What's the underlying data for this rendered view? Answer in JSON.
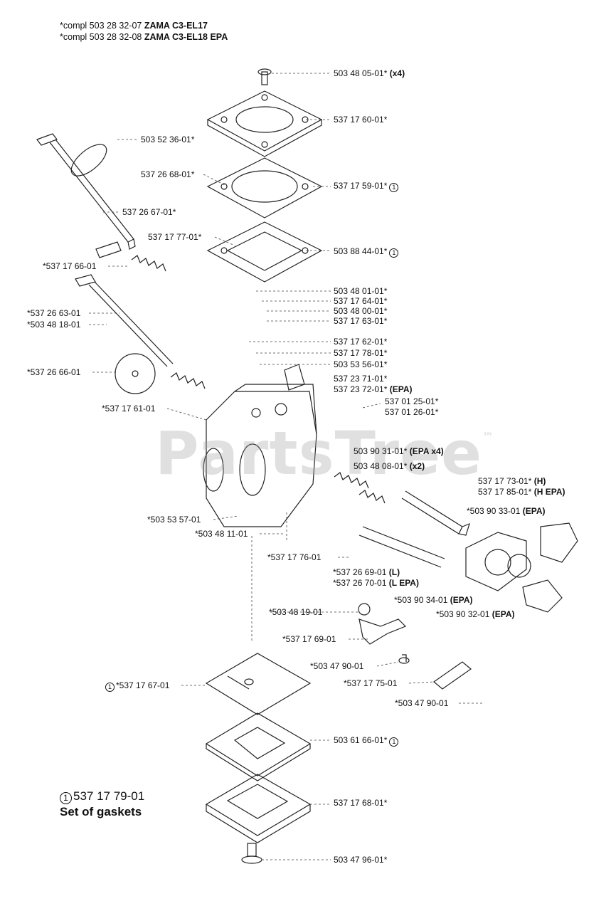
{
  "header": {
    "line1_prefix": "*compl 503 28 32-07 ",
    "line1_model": "ZAMA C3-EL17",
    "line2_prefix": "*compl 503 28 32-08 ",
    "line2_model": "ZAMA C3-EL18 EPA"
  },
  "watermark": {
    "text": "PartsTree",
    "mark": "™"
  },
  "labels": {
    "p01": "503 48 05-01*",
    "p01_qty": "(x4)",
    "p02": "537 17 60-01*",
    "p03": "503 52 36-01*",
    "p04": "537 26 68-01*",
    "p05": "537 17 59-01*",
    "p06": "537 26 67-01*",
    "p07": "537 17 77-01*",
    "p08": "503 88 44-01*",
    "p09": "*537 17 66-01",
    "p10": "503 48 01-01*",
    "p11": "537 17 64-01*",
    "p12": "*537 26 63-01",
    "p13": "503 48 00-01*",
    "p14": "*503 48 18-01",
    "p15": "537 17 63-01*",
    "p16": "537 17 62-01*",
    "p17": "537 17 78-01*",
    "p18": "*537 26 66-01",
    "p19": "503 53 56-01*",
    "p20": "537 23 71-01*",
    "p21": "537 23 72-01*",
    "p21_tag": "(EPA)",
    "p22": "*537 17 61-01",
    "p23": "537 01 25-01*",
    "p24": "537 01 26-01*",
    "p25": "503 90 31-01*",
    "p25_tag": "(EPA x4)",
    "p26": "503 48 08-01*",
    "p26_tag": "(x2)",
    "p27": "537 17 73-01*",
    "p27_tag": "(H)",
    "p28": "537 17 85-01*",
    "p28_tag": "(H EPA)",
    "p29": "*503 53 57-01",
    "p30": "*503 90 33-01",
    "p30_tag": "(EPA)",
    "p31": "*503 48 11-01",
    "p32": "*537 17 76-01",
    "p33": "*537 26 69-01",
    "p33_tag": "(L)",
    "p34": "*537 26 70-01",
    "p34_tag": "(L EPA)",
    "p35": "*503 90 34-01",
    "p35_tag": "(EPA)",
    "p36": "*503 90 32-01",
    "p36_tag": "(EPA)",
    "p37": "*503 48 19-01",
    "p38": "*537 17 69-01",
    "p39": "*503 47 90-01",
    "p40": "*537 17 67-01",
    "p41": "*537 17 75-01",
    "p42": "*503 47 90-01",
    "p43": "503 61 66-01*",
    "p44": "537 17 68-01*",
    "p45": "503 47 96-01*",
    "circle_mark": "1"
  },
  "legend": {
    "mark": "1",
    "part_number": "537 17 79-01",
    "description": "Set of gaskets"
  }
}
